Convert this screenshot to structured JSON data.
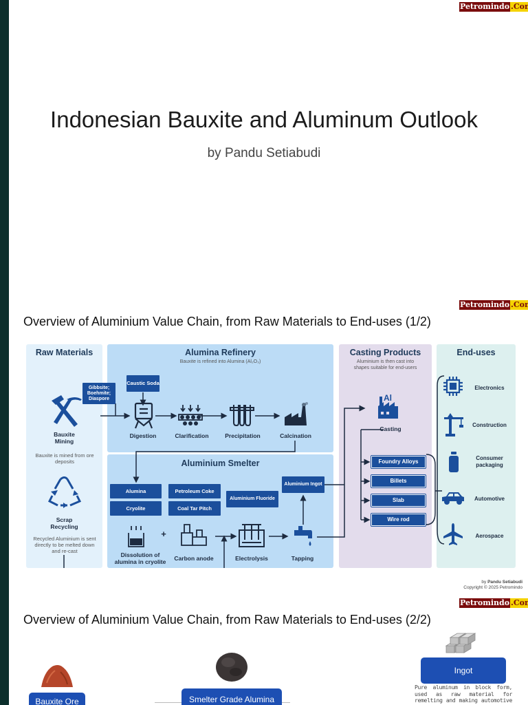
{
  "brand": {
    "name": "Petromindo",
    "suffix": ".Com"
  },
  "cover": {
    "title": "Indonesian Bauxite and Aluminum Outlook",
    "author": "by Pandu Setiabudi"
  },
  "page2": {
    "heading": "Overview of Aluminium Value Chain, from Raw Materials to End-uses (1/2)",
    "diagram": {
      "raw_materials": {
        "title": "Raw Materials",
        "ore_types": "Gibbsite; Boehmite; Diaspore",
        "mining_label": "Bauxite Mining",
        "mining_note": "Bauxite is mined from ore deposits",
        "scrap_label": "Scrap Recycling",
        "scrap_note": "Recycled Aluminium is sent directly to be melted down and re-cast"
      },
      "refinery": {
        "title": "Alumina Refinery",
        "subtitle": "Bauxite is refined into Alumina (Al₂O₃)",
        "caustic_soda": "Caustic Soda",
        "steps": [
          "Digestion",
          "Clarification",
          "Precipitation",
          "Calcination"
        ]
      },
      "smelter": {
        "title": "Aluminium Smelter",
        "inputs": [
          "Alumina",
          "Petroleum Coke",
          "Cryolite",
          "Coal Tar Pitch"
        ],
        "fluoride": "Aluminium Fluoride",
        "ingot": "Aluminium Ingot",
        "steps": [
          "Dissolution of alumina in cryolite",
          "Carbon anode",
          "Electrolysis",
          "Tapping"
        ],
        "plus": "+"
      },
      "casting": {
        "title": "Casting Products",
        "subtitle": "Aluminium is then cast into shapes suitable for end-users",
        "casting_label": "Casting",
        "al_symbol": "Al",
        "products": [
          "Foundry Alloys",
          "Billets",
          "Slab",
          "Wire rod"
        ]
      },
      "end_uses": {
        "title": "End-uses",
        "items": [
          "Electronics",
          "Construction",
          "Consumer packaging",
          "Automotive",
          "Aerospace"
        ]
      }
    },
    "copyright_by": "by",
    "copyright_author": "Pandu Setiabudi",
    "copyright_line": "Copyright © 2025 Petromindo"
  },
  "page3": {
    "heading": "Overview of Aluminium Value Chain, from Raw Materials to End-uses (2/2)",
    "boxes": [
      "Bauxite Ore",
      "Smelter Grade Alumina",
      "Ingot"
    ],
    "ingot_desc": "Pure aluminum in block form, used as raw material for remelting and making automotive components and"
  },
  "colors": {
    "rail": "#0c2f2c",
    "panel_blue": "#bcdcf6",
    "panel_light": "#e3f1fb",
    "panel_purple": "#e3dcec",
    "panel_mint": "#ddf0ef",
    "box_blue": "#1b4f9c",
    "pill_blue": "#1d4fb3"
  }
}
